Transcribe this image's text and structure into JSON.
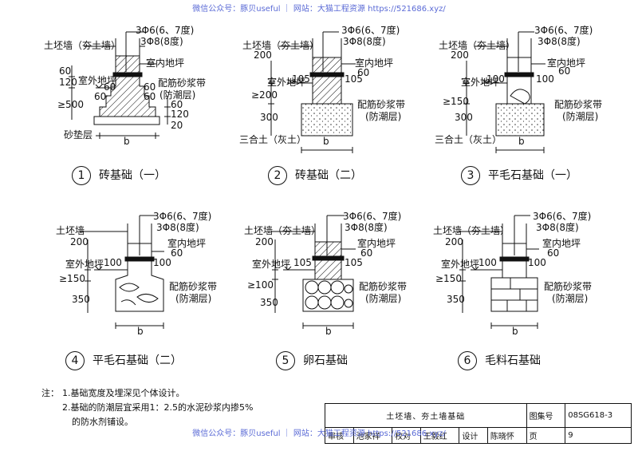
{
  "watermark": "微信公众号：豚贝useful ｜ 网站：大猫工程资源 https://521686.xyz/",
  "rebar": {
    "line1": "3Φ6(6、7度)",
    "line2": "3Φ8(8度)"
  },
  "labels": {
    "wall": "土坯墙（夯土墙）",
    "wall_plain": "土坯墙",
    "indoor": "室内地坪",
    "outdoor": "室外地坪",
    "mortar_band": "配筋砂浆带",
    "damp": "(防潮层)",
    "sand_cushion": "砂垫层",
    "lime_soil": "三合土（灰土）",
    "width": "b"
  },
  "dims": {
    "d60": "60",
    "d120": "120",
    "d200": "200",
    "d300": "300",
    "d350": "350",
    "d100": "100",
    "d105": "105",
    "d20": "20",
    "ge500": "≥500",
    "ge200": "≥200",
    "ge150": "≥150",
    "ge100": "≥100"
  },
  "captions": [
    {
      "num": "1",
      "text": "砖基础（一）"
    },
    {
      "num": "2",
      "text": "砖基础（二）"
    },
    {
      "num": "3",
      "text": "平毛石基础（一）"
    },
    {
      "num": "4",
      "text": "平毛石基础（二）"
    },
    {
      "num": "5",
      "text": "卵石基础"
    },
    {
      "num": "6",
      "text": "毛料石基础"
    }
  ],
  "notes": {
    "head": "注：",
    "line1": "1.基础宽度及埋深见个体设计。",
    "line2": "2.基础的防潮层宜采用1：2.5的水泥砂浆内掺5%",
    "line3": "的防水剂铺设。"
  },
  "title_block": {
    "title": "土坯墙、夯土墙基础",
    "atlas_label": "图集号",
    "atlas_no": "08SG618-3",
    "page_label": "页",
    "page_no": "9",
    "review_label": "审核",
    "reviewer": "池家祥",
    "check_label": "校对",
    "checker": "王毅红",
    "design_label": "设计",
    "designer": "陈晓怀"
  }
}
